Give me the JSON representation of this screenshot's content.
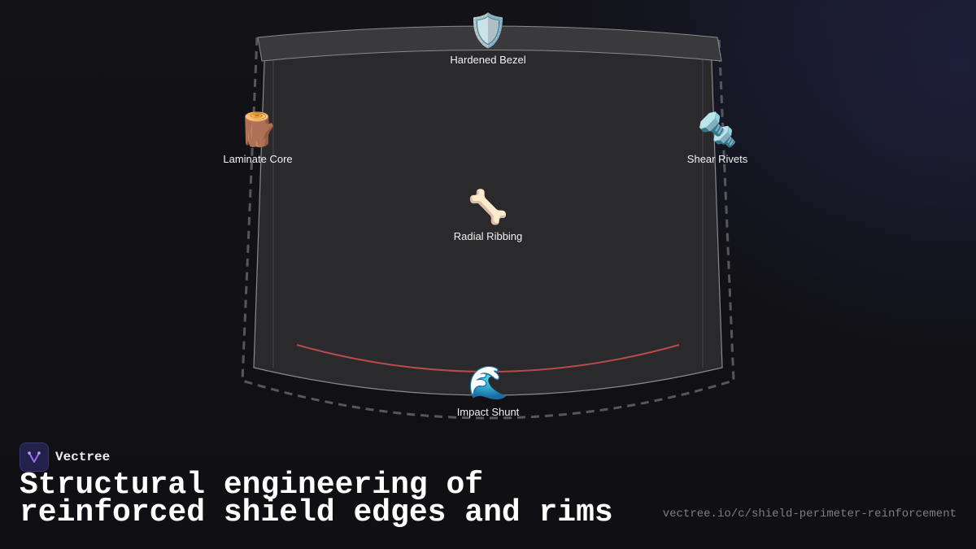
{
  "diagram": {
    "nodes": [
      {
        "id": "bezel",
        "label": "Hardened Bezel",
        "icon": "shield-icon",
        "glyph": "🛡️"
      },
      {
        "id": "laminate",
        "label": "Laminate Core",
        "icon": "log-icon",
        "glyph": "🪵"
      },
      {
        "id": "rivets",
        "label": "Shear Rivets",
        "icon": "nut-and-bolt-icon",
        "glyph": "🔩"
      },
      {
        "id": "ribbing",
        "label": "Radial Ribbing",
        "icon": "bone-icon",
        "glyph": "🦴"
      },
      {
        "id": "shunt",
        "label": "Impact Shunt",
        "icon": "wave-icon",
        "glyph": "🌊"
      }
    ],
    "colors": {
      "panel": "#2b2b2e",
      "outline": "#8a8a8e",
      "dashed": "#5a5a60",
      "accent_curve": "#b84a4a"
    }
  },
  "brand": {
    "name": "Vectree",
    "logo_icon": "vectree-logo-icon"
  },
  "title": "Structural engineering of reinforced shield edges and rims",
  "url": "vectree.io/c/shield-perimeter-reinforcement"
}
